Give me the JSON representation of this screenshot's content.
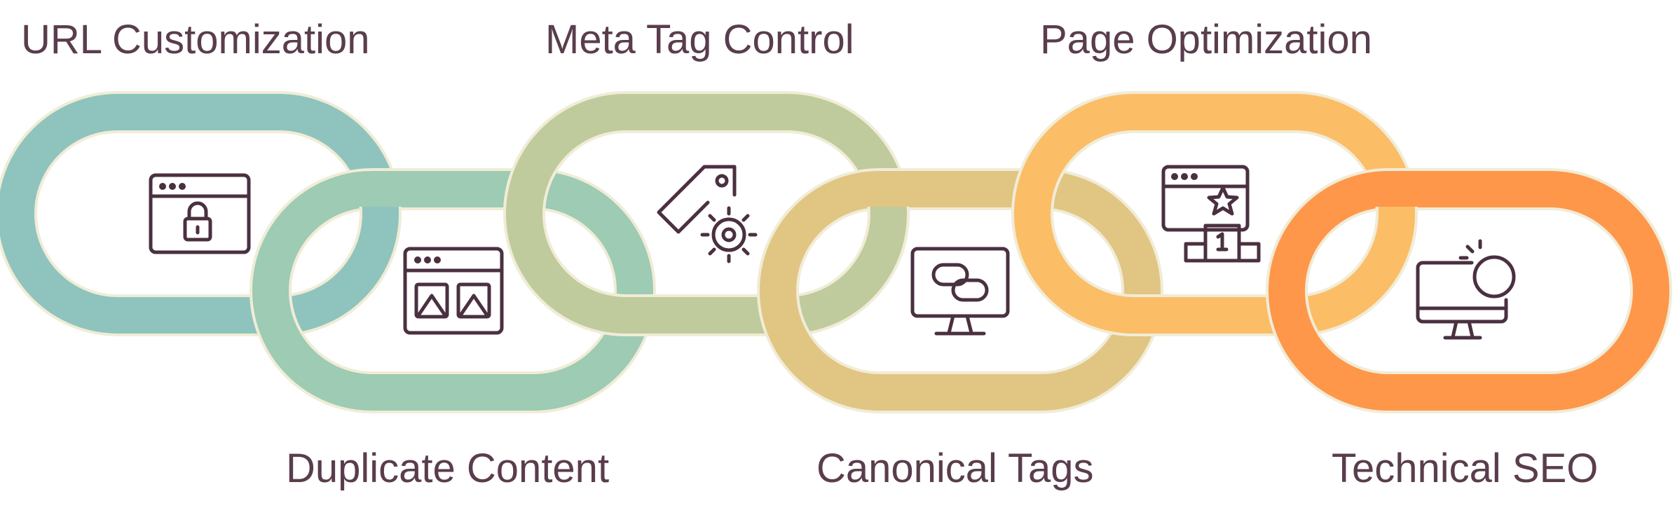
{
  "links": [
    {
      "id": "url-customization",
      "label": "URL Customization",
      "color": "#8ec4bd",
      "icon": "lock-window-icon"
    },
    {
      "id": "duplicate-content",
      "label": "Duplicate Content",
      "color": "#9dcbb4",
      "icon": "image-window-icon"
    },
    {
      "id": "meta-tag-control",
      "label": "Meta Tag Control",
      "color": "#bfcb9c",
      "icon": "tag-gear-icon"
    },
    {
      "id": "canonical-tags",
      "label": "Canonical Tags",
      "color": "#e1c583",
      "icon": "link-monitor-icon"
    },
    {
      "id": "page-optimization",
      "label": "Page Optimization",
      "color": "#fbbd66",
      "icon": "ranking-window-icon"
    },
    {
      "id": "technical-seo",
      "label": "Technical SEO",
      "color": "#fe974a",
      "icon": "monitor-click-icon"
    }
  ],
  "colors": {
    "outline": "#f1ecd7",
    "text": "#5a3d4d",
    "icon": "#4a3040"
  }
}
